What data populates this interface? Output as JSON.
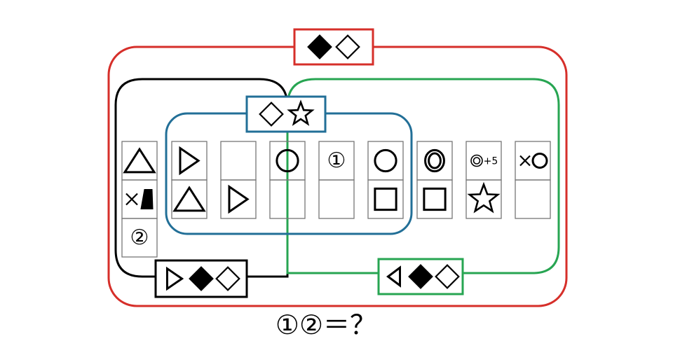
{
  "colors": {
    "red": "#d62f2a",
    "black": "#000000",
    "blue": "#226f97",
    "green": "#27a552",
    "cell": "#777777"
  },
  "labels": {
    "red": [
      "filled-diamond",
      "outline-diamond"
    ],
    "black": [
      "outline-triangle-right",
      "filled-diamond",
      "outline-diamond"
    ],
    "blue": [
      "outline-diamond",
      "outline-star"
    ],
    "green": [
      "outline-triangle-left",
      "filled-diamond",
      "outline-diamond"
    ]
  },
  "columns": [
    {
      "cells": [
        "triangle-up",
        "x-trapezoid",
        "circled-2"
      ]
    },
    {
      "cells": [
        "triangle-right",
        "triangle-up"
      ]
    },
    {
      "cells": [
        "empty",
        "triangle-right"
      ]
    },
    {
      "cells": [
        "circle",
        "empty"
      ]
    },
    {
      "cells": [
        "circled-1",
        "empty"
      ]
    },
    {
      "cells": [
        "circle",
        "square"
      ]
    },
    {
      "cells": [
        "double-oval",
        "square"
      ]
    },
    {
      "cells": [
        "double-circle-plus5",
        "star"
      ]
    },
    {
      "cells": [
        "x-circle",
        "empty"
      ]
    }
  ],
  "text": {
    "circled_1": "①",
    "circled_2": "②",
    "plus5": "+5",
    "question": "①②＝？"
  }
}
